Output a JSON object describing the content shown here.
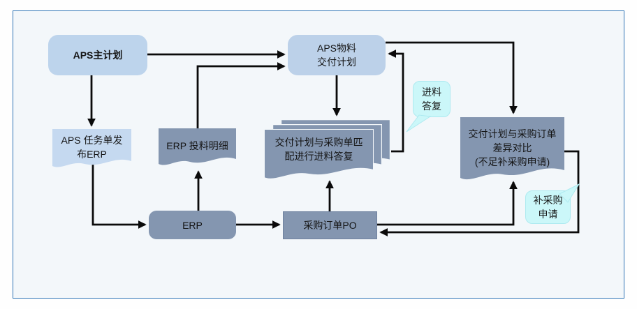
{
  "palette": {
    "canvas_background": "#f3f7fa",
    "frame_border": "#2e74b5",
    "light_blue_box": "#bdd4ec",
    "light_blue_box_alt": "#c5d9f0",
    "slate_box": "#8496b0",
    "callout_cyan": "#cbf7f9",
    "master_plan_text": "#c00000",
    "arrow": "#000000"
  },
  "nodes": {
    "aps_master_plan": {
      "label": "APS主计划"
    },
    "aps_material_delivery_plan": {
      "label": "APS物料\n交付计划"
    },
    "aps_task_release_erp": {
      "label": "APS 任务单发\n布ERP"
    },
    "erp_feeding_detail": {
      "label": "ERP 投料明细"
    },
    "delivery_plan_po_match": {
      "label": "交付计划与采购单匹\n配进行进料答复"
    },
    "delivery_plan_po_diff": {
      "label": "交付计划与采购订单\n差异对比\n(不足补采购申请)"
    },
    "erp": {
      "label": "ERP"
    },
    "purchase_order_po": {
      "label": "采购订单PO"
    }
  },
  "callouts": {
    "incoming_material_reply": {
      "label": "进料\n答复"
    },
    "supplementary_purchase_request": {
      "label": "补采购\n申请"
    }
  }
}
